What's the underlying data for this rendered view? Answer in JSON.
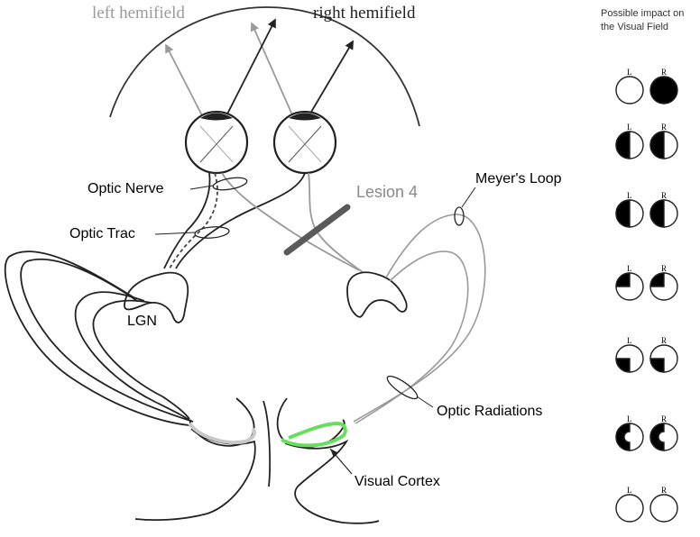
{
  "hemifields": {
    "left": "left hemifield",
    "right": "right hemifield"
  },
  "labels": {
    "optic_nerve": "Optic Nerve",
    "optic_trac": "Optic Trac",
    "lgn": "LGN",
    "lesion": "Lesion 4",
    "meyers_loop": "Meyer's Loop",
    "optic_radiations": "Optic Radiations",
    "visual_cortex": "Visual Cortex"
  },
  "impact_panel": {
    "title": "Possible impact on the Visual Field",
    "left_eye_label": "L",
    "right_eye_label": "R",
    "rows": [
      {
        "left": "none",
        "right": "full"
      },
      {
        "left": "left-half",
        "right": "left-half"
      },
      {
        "left": "left-half",
        "right": "left-half"
      },
      {
        "left": "upper-left-quadrant",
        "right": "upper-left-quadrant"
      },
      {
        "left": "lower-left-quadrant",
        "right": "lower-left-quadrant"
      },
      {
        "left": "left-half-macular-sparing",
        "right": "left-half-macular-sparing"
      },
      {
        "left": "none",
        "right": "none"
      }
    ]
  },
  "colors": {
    "left_pathway": "#9a9a9a",
    "right_pathway": "#222222",
    "lesion": "#5a5a5a",
    "visual_cortex_highlight": "#66e05a",
    "left_cortex_highlight": "#c8c8c8"
  }
}
